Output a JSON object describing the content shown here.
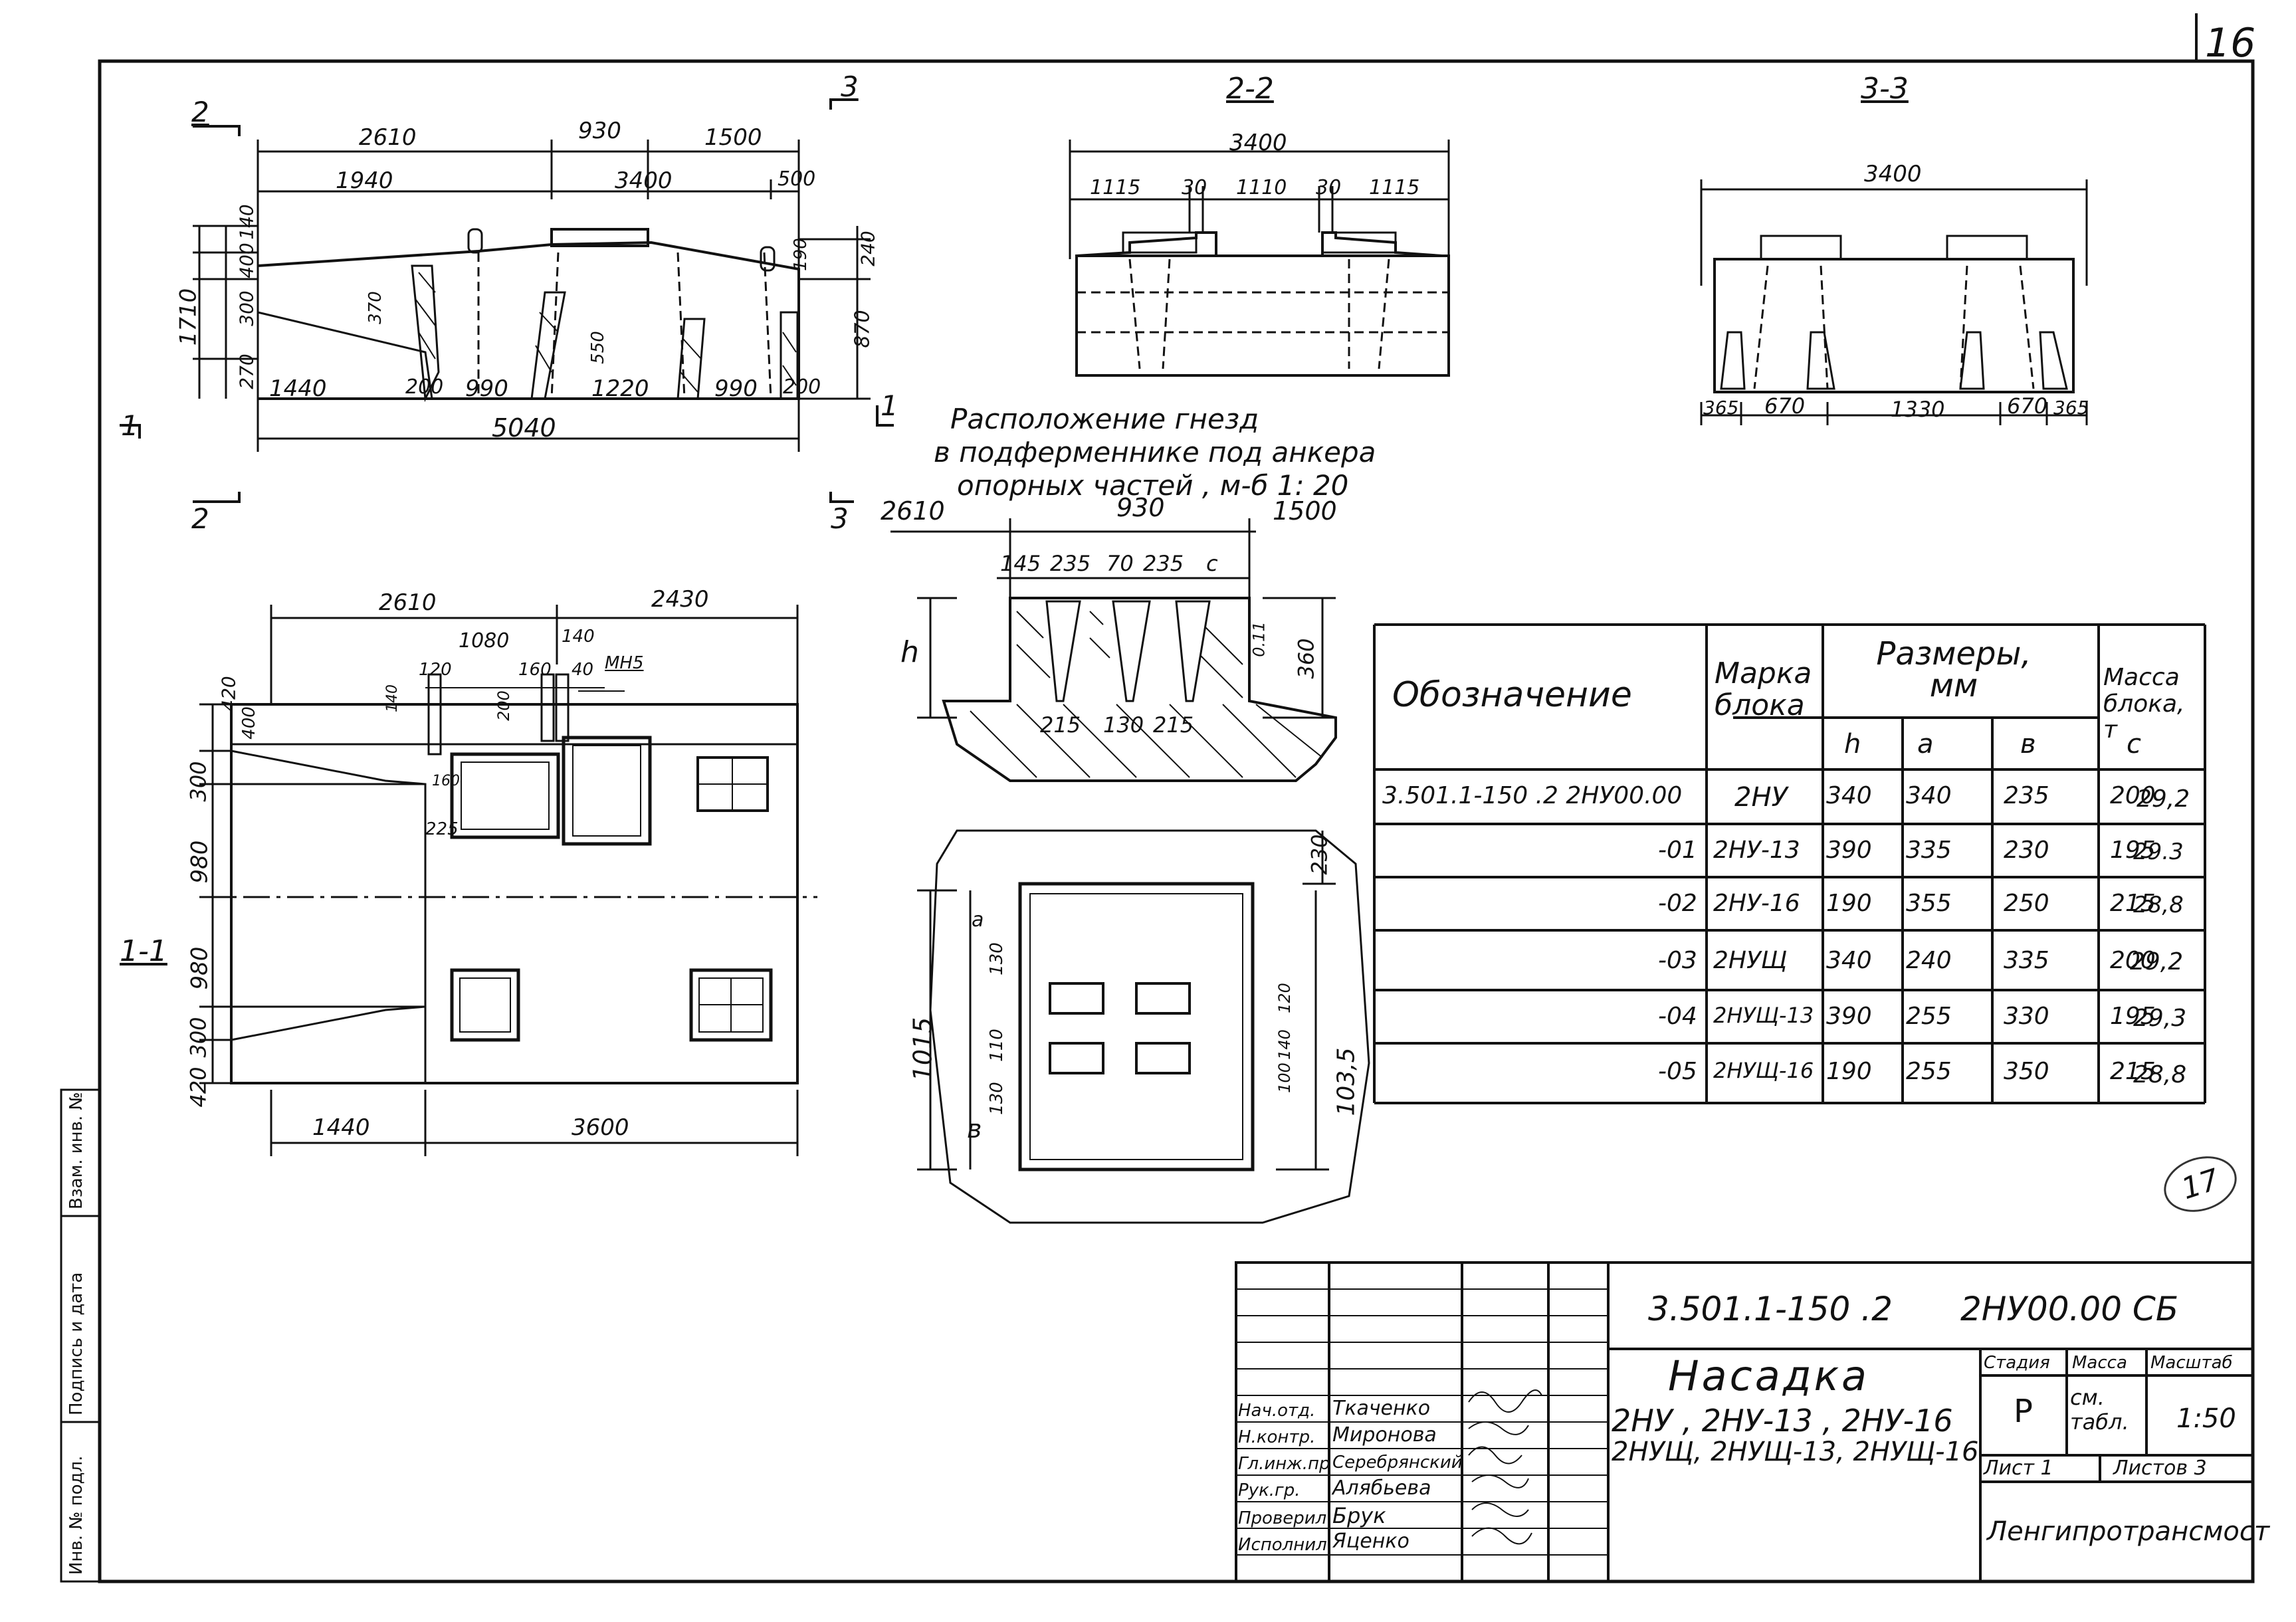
{
  "sheet_number": "16",
  "stamp_text": "17",
  "side_stamp": [
    "Инв. № подл.",
    "Подпись и дата",
    "Взам. инв. №"
  ],
  "views": {
    "section_2_2": "2-2",
    "section_3_3": "3-3",
    "section_1_1": "1-1",
    "cut_2": "2",
    "cut_3": "3",
    "cut_1": "1",
    "note": [
      "Расположение гнезд",
      "в подферменнике под анкера",
      "опорных частей , м-б 1: 20"
    ]
  },
  "dims_elevation": {
    "top": [
      "2610",
      "930",
      "1500"
    ],
    "second": [
      "1940",
      "3400",
      "500"
    ],
    "left": [
      "140",
      "400",
      "300",
      "270",
      "1710"
    ],
    "right": [
      "240",
      "870"
    ],
    "inner": [
      "370",
      "550",
      "190"
    ],
    "bottom": [
      "1440",
      "200",
      "990",
      "1220",
      "990",
      "200"
    ],
    "total": "5040"
  },
  "dims_2_2": {
    "total": "3400",
    "parts": [
      "1115",
      "30",
      "1110",
      "30",
      "1115"
    ]
  },
  "dims_3_3": {
    "total": "3400",
    "parts": [
      "365",
      "670",
      "1330",
      "670",
      "365"
    ]
  },
  "dims_plan": {
    "top": [
      "2610",
      "2430"
    ],
    "inner": [
      "1080",
      "140",
      "120",
      "160",
      "40",
      "200",
      "140",
      "160",
      "225"
    ],
    "anchor": "МН5",
    "left": [
      "420",
      "400",
      "300",
      "980",
      "980",
      "300",
      "420"
    ],
    "bottom": [
      "1440",
      "3600"
    ]
  },
  "dims_detail": {
    "top": [
      "2610",
      "930",
      "1500"
    ],
    "sub": [
      "145",
      "235",
      "70",
      "235",
      "c"
    ],
    "h": "h",
    "right": "360",
    "inner": "0.11",
    "bottom": [
      "215",
      "130",
      "215"
    ]
  },
  "dims_plan_detail": {
    "right": "230",
    "left": "1015",
    "right2": "103,5",
    "inner": [
      "130",
      "110",
      "130",
      "a",
      "100",
      "140",
      "120"
    ],
    "b": "в"
  },
  "table": {
    "h_designation": "Обозначение",
    "h_mark": "Марка блока",
    "h_dims": "Размеры, мм",
    "h_mass": "Масса блока, т",
    "sub": [
      "h",
      "a",
      "в",
      "c"
    ],
    "rows": [
      {
        "designation": "3.501.1-150 .2 2НУ00.00",
        "mark": "2НУ",
        "h": "340",
        "a": "340",
        "b": "235",
        "c": "200",
        "mass": "29,2"
      },
      {
        "designation": "-01",
        "mark": "2НУ-13",
        "h": "390",
        "a": "335",
        "b": "230",
        "c": "195",
        "mass": "29.3"
      },
      {
        "designation": "-02",
        "mark": "2НУ-16",
        "h": "190",
        "a": "355",
        "b": "250",
        "c": "215",
        "mass": "28,8"
      },
      {
        "designation": "-03",
        "mark": "2НУЩ",
        "h": "340",
        "a": "240",
        "b": "335",
        "c": "200",
        "mass": "29,2"
      },
      {
        "designation": "-04",
        "mark": "2НУЩ-13",
        "h": "390",
        "a": "255",
        "b": "330",
        "c": "195",
        "mass": "29,3"
      },
      {
        "designation": "-05",
        "mark": "2НУЩ-16",
        "h": "190",
        "a": "255",
        "b": "350",
        "c": "215",
        "mass": "28,8"
      }
    ]
  },
  "title_block": {
    "code": "3.501.1-150 .2",
    "doc": "2НУ00.00 СБ",
    "name": "Насадка",
    "marks1": "2НУ , 2НУ-13 , 2НУ-16",
    "marks2": "2НУЩ, 2НУЩ-13, 2НУЩ-16",
    "stage_h": "Стадия",
    "mass_h": "Масса",
    "scale_h": "Масштаб",
    "stage": "Р",
    "mass": "см. табл.",
    "scale": "1:50",
    "sheet": "Лист 1",
    "sheets": "Листов 3",
    "org": "Ленгипротрансмост",
    "people": [
      {
        "role": "Нач.отд.",
        "name": "Ткаченко"
      },
      {
        "role": "Н.контр.",
        "name": "Миронова"
      },
      {
        "role": "Гл.инж.пр",
        "name": "Серебрянский"
      },
      {
        "role": "Рук.гр.",
        "name": "Алябьева"
      },
      {
        "role": "Проверил",
        "name": "Брук"
      },
      {
        "role": "Исполнил",
        "name": "Яценко"
      }
    ]
  }
}
